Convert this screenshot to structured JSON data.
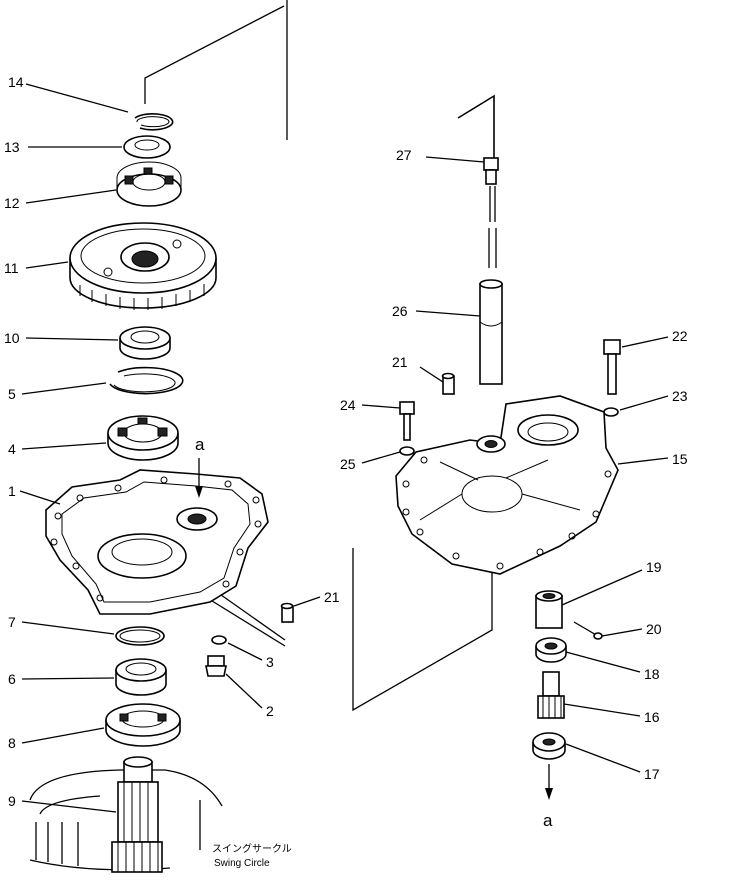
{
  "diagram": {
    "part_labels": {
      "p1": "1",
      "p2": "2",
      "p3": "3",
      "p4": "4",
      "p5": "5",
      "p6": "6",
      "p7": "7",
      "p8": "8",
      "p9": "9",
      "p10": "10",
      "p11": "11",
      "p12": "12",
      "p13": "13",
      "p14": "14",
      "p15": "15",
      "p16": "16",
      "p17": "17",
      "p18": "18",
      "p19": "19",
      "p20": "20",
      "p21a": "21",
      "p21b": "21",
      "p22": "22",
      "p23": "23",
      "p24": "24",
      "p25": "25",
      "p26": "26",
      "p27": "27"
    },
    "ref_letter_top": "a",
    "ref_letter_bottom": "a",
    "swing_circle_jp": "スイングサークル",
    "swing_circle_en": "Swing Circle"
  }
}
